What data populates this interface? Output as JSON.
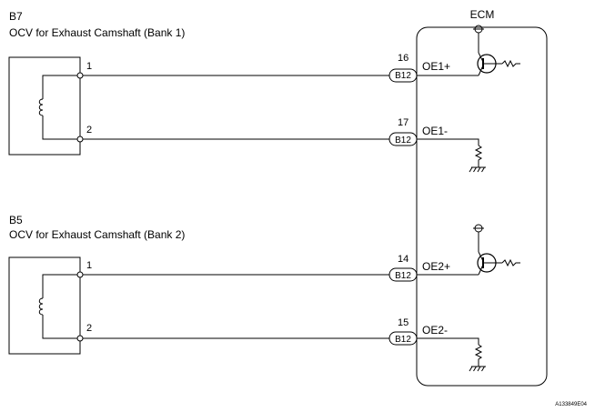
{
  "ecm_label": "ECM",
  "doc_code": "A133849E04",
  "components": [
    {
      "code": "B7",
      "name": "OCV for Exhaust Camshaft (Bank 1)",
      "pins": [
        {
          "pin": "1",
          "ecm_pin": "16",
          "connector": "B12",
          "terminal": "OE1+",
          "circuit": "driver"
        },
        {
          "pin": "2",
          "ecm_pin": "17",
          "connector": "B12",
          "terminal": "OE1-",
          "circuit": "ground"
        }
      ]
    },
    {
      "code": "B5",
      "name": "OCV for Exhaust Camshaft (Bank 2)",
      "pins": [
        {
          "pin": "1",
          "ecm_pin": "14",
          "connector": "B12",
          "terminal": "OE2+",
          "circuit": "driver"
        },
        {
          "pin": "2",
          "ecm_pin": "15",
          "connector": "B12",
          "terminal": "OE2-",
          "circuit": "ground"
        }
      ]
    }
  ]
}
